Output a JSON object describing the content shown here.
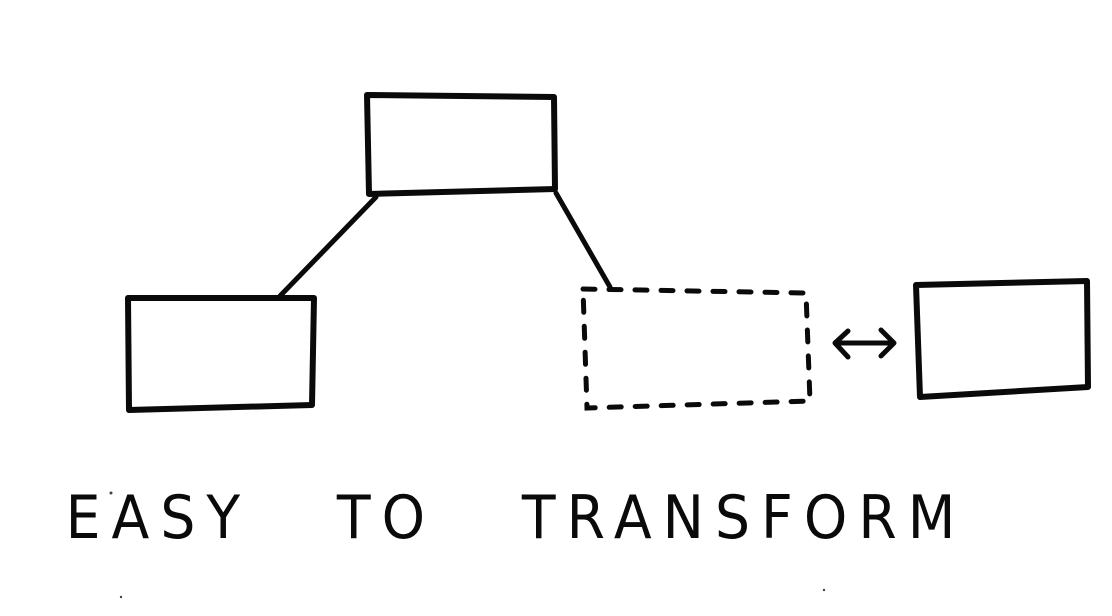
{
  "caption": "EASY   TO   TRANSFORM",
  "diagram": {
    "nodes": [
      {
        "name": "parent",
        "style": "solid"
      },
      {
        "name": "left-child",
        "style": "solid"
      },
      {
        "name": "right-child-placeholder",
        "style": "dashed"
      },
      {
        "name": "replacement",
        "style": "solid"
      }
    ],
    "edges": [
      {
        "from": "parent",
        "to": "left-child"
      },
      {
        "from": "parent",
        "to": "right-child-placeholder"
      }
    ],
    "swap": {
      "between": [
        "right-child-placeholder",
        "replacement"
      ],
      "arrow": "double-headed"
    }
  },
  "colors": {
    "ink": "#0a0a0a",
    "background": "#ffffff"
  }
}
